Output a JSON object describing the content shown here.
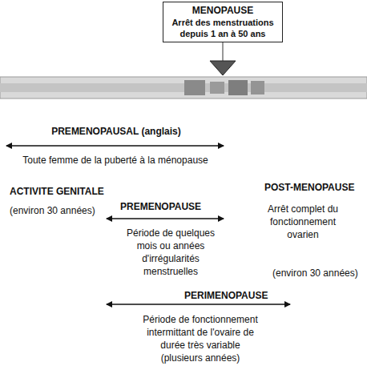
{
  "diagram": {
    "nodes": [
      {
        "text": [
          "MENOPAUSE",
          "Arrêt des menstruations depuis 1 an à 50 ans"
        ]
      }
    ],
    "labels": [
      "PREMENOPAUSAL (anglais)",
      "Toute femme de la puberté à la ménopause",
      "ACTIVITE GENITALE",
      "(environ 30 années)",
      "PREMENOPAUSE",
      "Période de quelques mois ou années d'irrégularités menstruelles",
      "POST-MENOPAUSE",
      "Arrêt complet du fonctionnement ovarien",
      "(environ 30 années)",
      "PERIMENOPAUSE",
      "Période de fonctionnement intermittant de l'ovaire de durée très variable (plusieurs années)"
    ]
  }
}
